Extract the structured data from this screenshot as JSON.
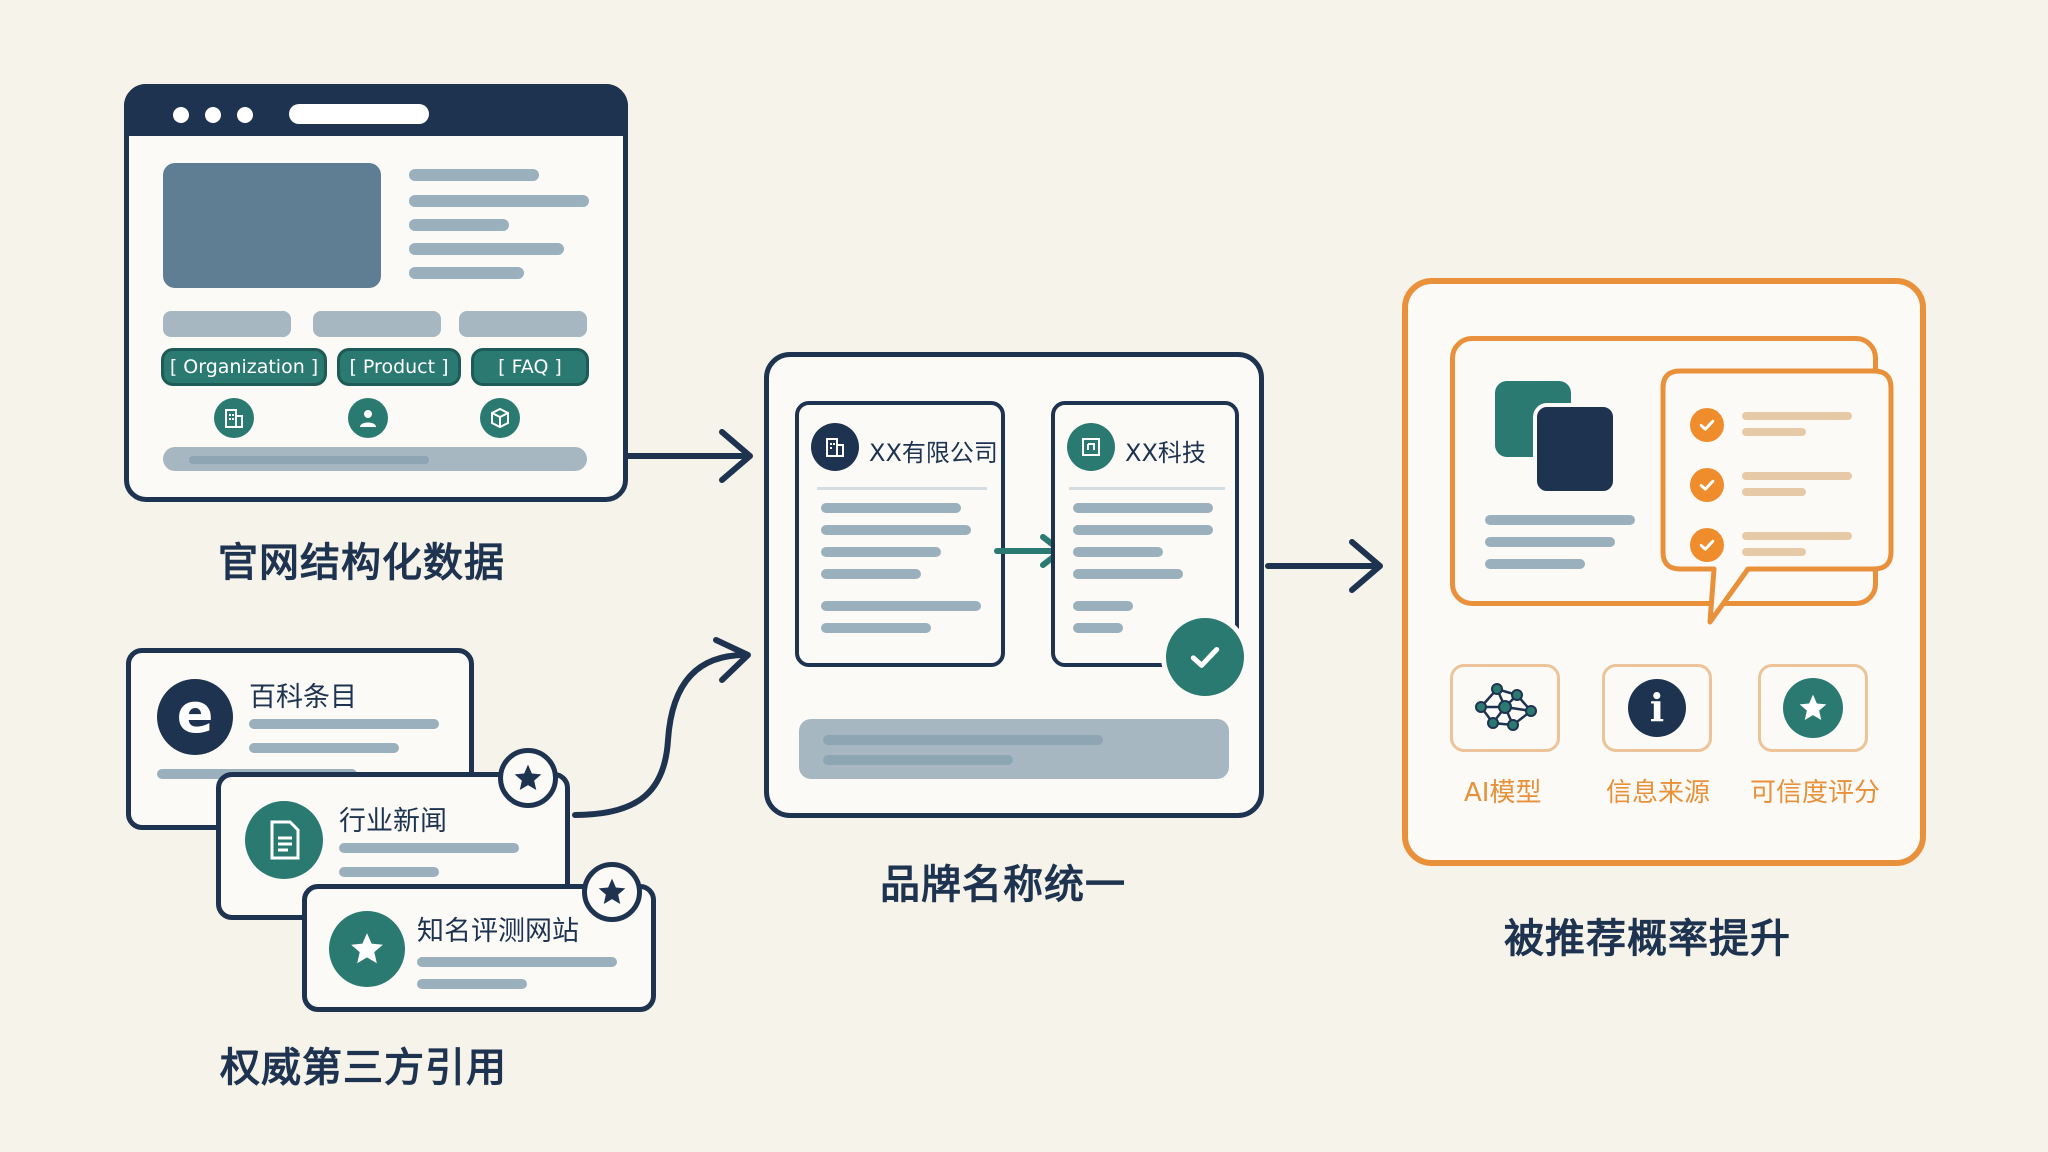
{
  "colors": {
    "navy": "#1e3350",
    "teal": "#2a7a72",
    "orange": "#e8913a",
    "background": "#f6f3ea"
  },
  "website_block": {
    "caption": "官网结构化数据",
    "schema_tags": [
      "[ Organization ]",
      "[ Product ]",
      "[ FAQ ]"
    ],
    "icons": [
      "building-icon",
      "person-icon",
      "box-icon"
    ]
  },
  "third_party_block": {
    "caption": "权威第三方引用",
    "sources": [
      {
        "title": "百科条目",
        "icon": "encyclopedia-e-icon"
      },
      {
        "title": "行业新闻",
        "icon": "document-icon"
      },
      {
        "title": "知名评测网站",
        "icon": "star-icon"
      }
    ]
  },
  "brand_block": {
    "caption": "品牌名称统一",
    "left_doc": {
      "title": "XX有限公司",
      "icon": "building-icon"
    },
    "right_doc": {
      "title": "XX科技",
      "icon": "logo-icon"
    }
  },
  "result_block": {
    "caption": "被推荐概率提升",
    "features": [
      {
        "label": "AI模型",
        "icon": "network-icon"
      },
      {
        "label": "信息来源",
        "icon": "info-icon"
      },
      {
        "label": "可信度评分",
        "icon": "star-icon"
      }
    ]
  }
}
